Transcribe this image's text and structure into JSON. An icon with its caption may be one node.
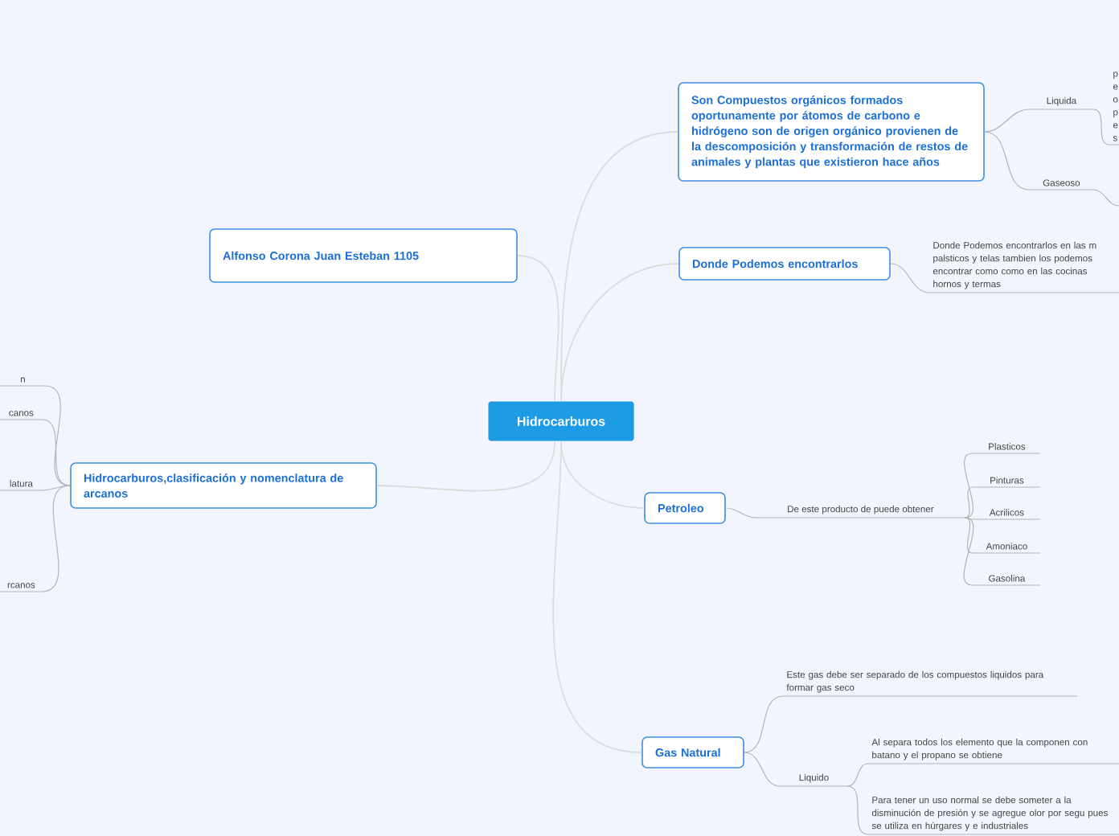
{
  "diagram": {
    "nodes": [
      {
        "text": [
          "Hidrocarburos"
        ]
      },
      {
        "text": [
          "Son Compuestos orgánicos formados oportunamente por átomos de carbono e hidrógeno son de origen orgánico provienen de la descomposición y transformación de restos de animales y plantas que existieron hace  años"
        ]
      },
      {
        "text": [
          "Liquida"
        ]
      },
      {
        "text": [
          "p e o p e s"
        ]
      },
      {
        "text": [
          "Gaseoso"
        ]
      },
      {
        "text": [
          "Alfonso Corona Juan Esteban 1105"
        ]
      },
      {
        "text": [
          "Donde Podemos encontrarlos"
        ]
      },
      {
        "text": [
          "Donde Podemos encontrarlos en las m palsticos y telas tambien los podemos encontrar como como en las cocinas hornos y termas"
        ]
      },
      {
        "text": [
          "Hidrocarburos,clasificación y nomenclatura de arcanos"
        ]
      },
      {
        "text": [
          "n"
        ]
      },
      {
        "text": [
          "canos"
        ]
      },
      {
        "text": [
          "latura"
        ]
      },
      {
        "text": [
          "rcanos"
        ]
      },
      {
        "text": [
          "Petroleo"
        ]
      },
      {
        "text": [
          "De este producto de puede obtener"
        ]
      },
      {
        "text": [
          "Plasticos"
        ]
      },
      {
        "text": [
          "Pinturas"
        ]
      },
      {
        "text": [
          "Acrilicos"
        ]
      },
      {
        "text": [
          "Amoniaco"
        ]
      },
      {
        "text": [
          "Gasolina"
        ]
      },
      {
        "text": [
          "Gas Natural"
        ]
      },
      {
        "text": [
          "Este gas debe ser  separado de los compuestos liquidos para formar gas seco"
        ]
      },
      {
        "text": [
          "Liquido"
        ]
      },
      {
        "text": [
          "Al separa todos los elemento que la componen con batano y el propano se obtiene"
        ]
      },
      {
        "text": [
          "Para tener un uso normal se debe someter a la disminución de presión y se agregue olor por segu pues se utiliza en húrgares y e industriales"
        ]
      }
    ],
    "edges": [
      {
        "from": 0,
        "to": 1,
        "arrow": "none"
      },
      {
        "from": 1,
        "to": 2,
        "arrow": "none"
      },
      {
        "from": 2,
        "to": 3,
        "arrow": "none"
      },
      {
        "from": 1,
        "to": 4,
        "arrow": "none"
      },
      {
        "from": 4,
        "to": null,
        "arrow": "none"
      },
      {
        "from": 0,
        "to": 5,
        "arrow": "none"
      },
      {
        "from": 0,
        "to": 6,
        "arrow": "none"
      },
      {
        "from": 6,
        "to": 7,
        "arrow": "none"
      },
      {
        "from": 0,
        "to": 8,
        "arrow": "none"
      },
      {
        "from": 8,
        "to": 9,
        "arrow": "none"
      },
      {
        "from": 8,
        "to": 10,
        "arrow": "none"
      },
      {
        "from": 8,
        "to": 11,
        "arrow": "none"
      },
      {
        "from": 8,
        "to": 12,
        "arrow": "none"
      },
      {
        "from": 0,
        "to": 13,
        "arrow": "none"
      },
      {
        "from": 13,
        "to": 14,
        "arrow": "none"
      },
      {
        "from": 14,
        "to": 15,
        "arrow": "none"
      },
      {
        "from": 14,
        "to": 16,
        "arrow": "none"
      },
      {
        "from": 14,
        "to": 17,
        "arrow": "none"
      },
      {
        "from": 14,
        "to": 18,
        "arrow": "none"
      },
      {
        "from": 14,
        "to": 19,
        "arrow": "none"
      },
      {
        "from": 0,
        "to": 20,
        "arrow": "none"
      },
      {
        "from": 20,
        "to": 21,
        "arrow": "none"
      },
      {
        "from": 20,
        "to": 22,
        "arrow": "none"
      },
      {
        "from": 22,
        "to": 23,
        "arrow": "none"
      },
      {
        "from": 22,
        "to": 24,
        "arrow": "none"
      }
    ]
  }
}
